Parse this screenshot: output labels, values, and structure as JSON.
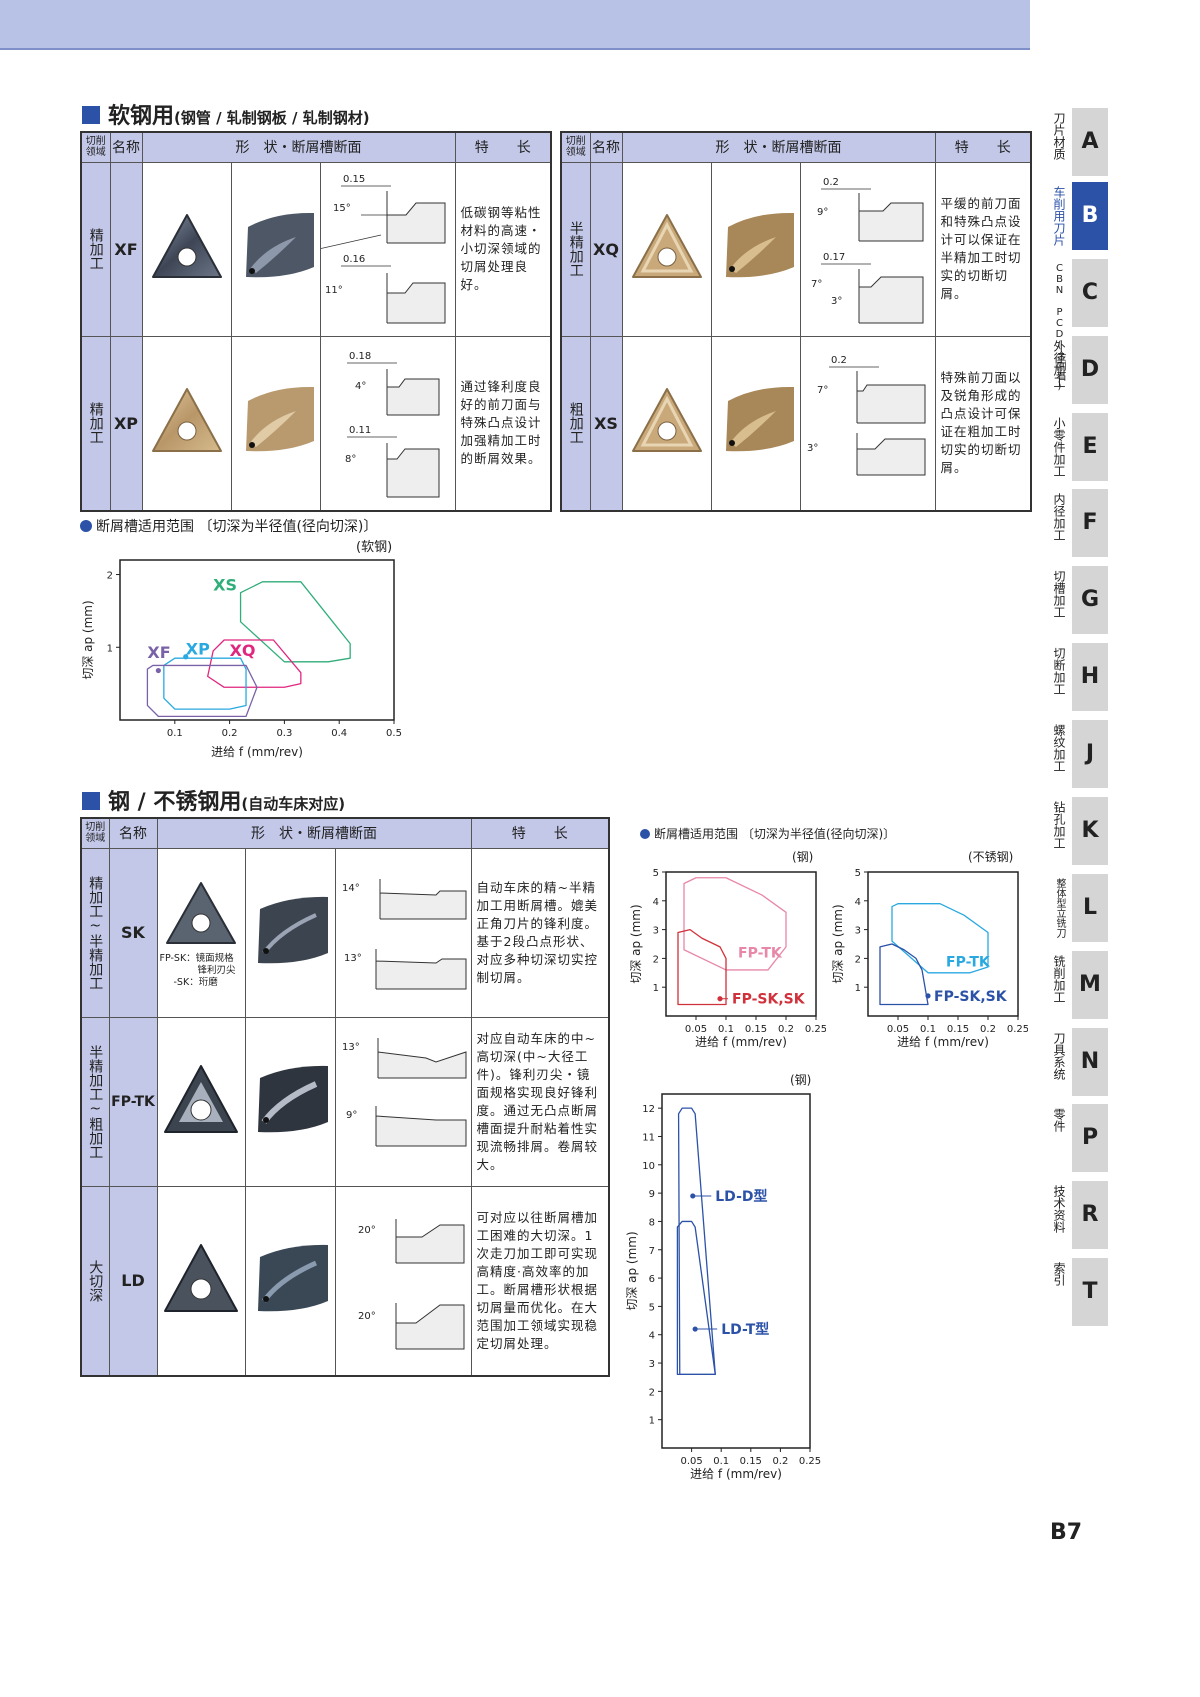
{
  "section1": {
    "title": "软钢用",
    "subtitle": "(钢管 / 轧制钢板 / 轧制钢材)",
    "headers": {
      "region": "切削领域",
      "name": "名称",
      "shape": "形　状・断屑槽断面",
      "feature": "特　　长"
    },
    "rows": [
      {
        "region": "精加工",
        "name": "XF",
        "feature": "低碳钢等粘性材料的高速・小切深领域的切屑处理良好。",
        "d1": {
          "dim": "0.15",
          "angle": "15°"
        },
        "d2": {
          "dim": "0.16",
          "angle": "11°"
        }
      },
      {
        "region": "精加工",
        "name": "XP",
        "feature": "通过锋利度良好的前刀面与特殊凸点设计加强精加工时的断屑效果。",
        "d1": {
          "dim": "0.18",
          "angle": "4°"
        },
        "d2": {
          "dim": "0.11",
          "angle": "8°"
        }
      },
      {
        "region": "半精加工",
        "name": "XQ",
        "feature": "平缓的前刀面和特殊凸点设计可以保证在半精加工时切实的切断切屑。",
        "d1": {
          "dim": "0.2",
          "angle": "9°"
        },
        "d2": {
          "dim": "0.17",
          "angle": "7°",
          "angle2": "3°"
        }
      },
      {
        "region": "粗加工",
        "name": "XS",
        "feature": "特殊前刀面以及锐角形成的凸点设计可保证在粗加工时切实的切断切屑。",
        "d1": {
          "dim": "0.2",
          "angle": "7°"
        },
        "d2": {
          "dim": "",
          "angle": "3°"
        }
      }
    ]
  },
  "chart1": {
    "heading": "断屑槽适用范围 〔切深为半径值(径向切深)〕",
    "note": "(软钢)",
    "chart_data": {
      "type": "area",
      "xlabel": "进给 f (mm/rev)",
      "ylabel": "切深 ap (mm)",
      "xlim": [
        0,
        0.5
      ],
      "ylim": [
        0,
        2.2
      ],
      "xticks": [
        "0.1",
        "0.2",
        "0.3",
        "0.4",
        "0.5"
      ],
      "yticks": [
        "1",
        "2"
      ],
      "series": [
        {
          "name": "XS",
          "color": "#2fae7a",
          "label_point": [
            0.17,
            1.85
          ],
          "points": [
            [
              0.22,
              1.75
            ],
            [
              0.26,
              1.9
            ],
            [
              0.33,
              1.9
            ],
            [
              0.42,
              1.05
            ],
            [
              0.42,
              0.85
            ],
            [
              0.38,
              0.8
            ],
            [
              0.3,
              0.8
            ],
            [
              0.22,
              1.35
            ]
          ]
        },
        {
          "name": "XQ",
          "color": "#e0267f",
          "label_point": [
            0.2,
            0.95
          ],
          "points": [
            [
              0.17,
              0.95
            ],
            [
              0.19,
              1.1
            ],
            [
              0.28,
              1.1
            ],
            [
              0.33,
              0.65
            ],
            [
              0.33,
              0.5
            ],
            [
              0.3,
              0.45
            ],
            [
              0.19,
              0.45
            ],
            [
              0.16,
              0.6
            ]
          ]
        },
        {
          "name": "XP",
          "color": "#29a9e0",
          "label_point": [
            0.12,
            0.97
          ],
          "dot": [
            0.12,
            0.87
          ],
          "points": [
            [
              0.08,
              0.75
            ],
            [
              0.1,
              0.85
            ],
            [
              0.22,
              0.85
            ],
            [
              0.23,
              0.7
            ],
            [
              0.23,
              0.2
            ],
            [
              0.2,
              0.15
            ],
            [
              0.1,
              0.15
            ],
            [
              0.08,
              0.3
            ]
          ]
        },
        {
          "name": "XF",
          "color": "#7a62a8",
          "label_point": [
            0.05,
            0.92
          ],
          "dot": [
            0.07,
            0.68
          ],
          "points": [
            [
              0.05,
              0.7
            ],
            [
              0.06,
              0.75
            ],
            [
              0.23,
              0.75
            ],
            [
              0.25,
              0.45
            ],
            [
              0.23,
              0.05
            ],
            [
              0.07,
              0.05
            ],
            [
              0.05,
              0.2
            ]
          ]
        }
      ]
    }
  },
  "section2": {
    "title": "钢 / 不锈钢用",
    "subtitle": "(自动车床对应)",
    "headers": {
      "region": "切削领域",
      "name": "名称",
      "shape": "形　状・断屑槽断面",
      "feature": "特　　长"
    },
    "rows": [
      {
        "region": "精加工~半精加工",
        "name": "SK",
        "feature": "自动车床的精~半精加工用断屑槽。媲美正角刀片的锋利度。基于2段凸点形状、对应多种切深切实控制切屑。",
        "caption": [
          "FP-SK：镜面规格",
          "锋利刃尖",
          "-SK：珩磨"
        ],
        "a1": "14°",
        "a2": "13°"
      },
      {
        "region": "半精加工~粗加工",
        "name": "FP-TK",
        "feature": "对应自动车床的中~高切深(中~大径工件)。锋利刃尖・镜面规格实现良好锋利度。通过无凸点断屑槽面提升耐粘着性实现流畅排屑。卷屑较大。",
        "a1": "13°",
        "a2": "9°"
      },
      {
        "region": "大切深",
        "name": "LD",
        "feature": "可对应以往断屑槽加工困难的大切深。1次走刀加工即可实现高精度·高效率的加工。断屑槽形状根据切屑量而优化。在大范围加工领域实现稳定切屑处理。",
        "a1": "20°",
        "a2": "20°"
      }
    ]
  },
  "chart2": {
    "heading": "断屑槽适用范围 〔切深为半径值(径向切深)〕",
    "note": "(钢)",
    "chart_data": {
      "type": "area",
      "xlabel": "进给 f (mm/rev)",
      "ylabel": "切深 ap (mm)",
      "xlim": [
        0,
        0.25
      ],
      "ylim": [
        0,
        5
      ],
      "xticks": [
        "0.05",
        "0.1",
        "0.15",
        "0.2",
        "0.25"
      ],
      "yticks": [
        "1",
        "2",
        "3",
        "4",
        "5"
      ],
      "series": [
        {
          "name": "FP-TK",
          "color": "#e887a8",
          "label_point": [
            0.12,
            2.2
          ],
          "points": [
            [
              0.03,
              4.6
            ],
            [
              0.05,
              4.8
            ],
            [
              0.1,
              4.8
            ],
            [
              0.16,
              4.2
            ],
            [
              0.2,
              3.6
            ],
            [
              0.2,
              2.4
            ],
            [
              0.17,
              1.6
            ],
            [
              0.1,
              1.6
            ],
            [
              0.03,
              2.3
            ]
          ]
        },
        {
          "name": "FP-SK,SK",
          "color": "#d0313a",
          "label_point": [
            0.11,
            0.6
          ],
          "dot": [
            0.09,
            0.6
          ],
          "points": [
            [
              0.02,
              2.9
            ],
            [
              0.04,
              3
            ],
            [
              0.06,
              2.7
            ],
            [
              0.09,
              2.4
            ],
            [
              0.1,
              2
            ],
            [
              0.1,
              0.4
            ],
            [
              0.02,
              0.4
            ]
          ]
        }
      ]
    }
  },
  "chart3": {
    "note": "(不锈钢)",
    "chart_data": {
      "type": "area",
      "xlabel": "进给 f (mm/rev)",
      "ylabel": "切深 ap (mm)",
      "xlim": [
        0,
        0.25
      ],
      "ylim": [
        0,
        5
      ],
      "xticks": [
        "0.05",
        "0.1",
        "0.15",
        "0.2",
        "0.25"
      ],
      "yticks": [
        "1",
        "2",
        "3",
        "4",
        "5"
      ],
      "series": [
        {
          "name": "FP-TK",
          "color": "#29a9e0",
          "label_point": [
            0.13,
            1.9
          ],
          "points": [
            [
              0.04,
              3.8
            ],
            [
              0.05,
              3.9
            ],
            [
              0.12,
              3.9
            ],
            [
              0.16,
              3.5
            ],
            [
              0.2,
              2.9
            ],
            [
              0.2,
              1.7
            ],
            [
              0.17,
              1.5
            ],
            [
              0.1,
              1.5
            ],
            [
              0.04,
              2.6
            ]
          ]
        },
        {
          "name": "FP-SK,SK",
          "color": "#2c52a8",
          "label_point": [
            0.11,
            0.7
          ],
          "dot": [
            0.1,
            0.7
          ],
          "points": [
            [
              0.02,
              2.4
            ],
            [
              0.04,
              2.5
            ],
            [
              0.06,
              2.3
            ],
            [
              0.08,
              2
            ],
            [
              0.09,
              1.6
            ],
            [
              0.1,
              0.4
            ],
            [
              0.02,
              0.4
            ]
          ]
        }
      ]
    }
  },
  "chart4": {
    "note": "(钢)",
    "chart_data": {
      "type": "area",
      "xlabel": "进给 f (mm/rev)",
      "ylabel": "切深 ap (mm)",
      "xlim": [
        0,
        0.25
      ],
      "ylim": [
        0,
        12.5
      ],
      "xticks": [
        "0.05",
        "0.1",
        "0.15",
        "0.2",
        "0.25"
      ],
      "yticks": [
        "1",
        "2",
        "3",
        "4",
        "5",
        "6",
        "7",
        "8",
        "9",
        "10",
        "11",
        "12"
      ],
      "series": [
        {
          "name": "LD-D型",
          "color": "#2c52a8",
          "label_point": [
            0.09,
            8.9
          ],
          "dot": [
            0.052,
            8.9
          ],
          "points": [
            [
              0.028,
              11.8
            ],
            [
              0.034,
              12
            ],
            [
              0.05,
              12
            ],
            [
              0.056,
              11.8
            ],
            [
              0.09,
              2.6
            ],
            [
              0.03,
              2.6
            ]
          ]
        },
        {
          "name": "LD-T型",
          "color": "#2c52a8",
          "label_point": [
            0.1,
            4.2
          ],
          "dot": [
            0.056,
            4.2
          ],
          "points": [
            [
              0.026,
              7.8
            ],
            [
              0.034,
              8
            ],
            [
              0.05,
              8
            ],
            [
              0.056,
              7.8
            ],
            [
              0.09,
              2.6
            ],
            [
              0.026,
              2.6
            ]
          ]
        }
      ]
    }
  },
  "sidetabs": [
    {
      "letter": "A",
      "label": "刀片材质"
    },
    {
      "letter": "B",
      "label": "车削用刀片",
      "active": true
    },
    {
      "letter": "C",
      "label": "CBN PCD(金刚石)"
    },
    {
      "letter": "D",
      "label": "外径加工"
    },
    {
      "letter": "E",
      "label": "小零件加工"
    },
    {
      "letter": "F",
      "label": "内径加工"
    },
    {
      "letter": "G",
      "label": "切槽加工"
    },
    {
      "letter": "H",
      "label": "切断加工"
    },
    {
      "letter": "J",
      "label": "螺纹加工"
    },
    {
      "letter": "K",
      "label": "钻孔加工"
    },
    {
      "letter": "L",
      "label": "整体型立铣刀"
    },
    {
      "letter": "M",
      "label": "铣削加工"
    },
    {
      "letter": "N",
      "label": "刀具系统"
    },
    {
      "letter": "P",
      "label": "零件"
    },
    {
      "letter": "R",
      "label": "技术资料"
    },
    {
      "letter": "T",
      "label": "索引"
    }
  ],
  "page_number": "B7"
}
